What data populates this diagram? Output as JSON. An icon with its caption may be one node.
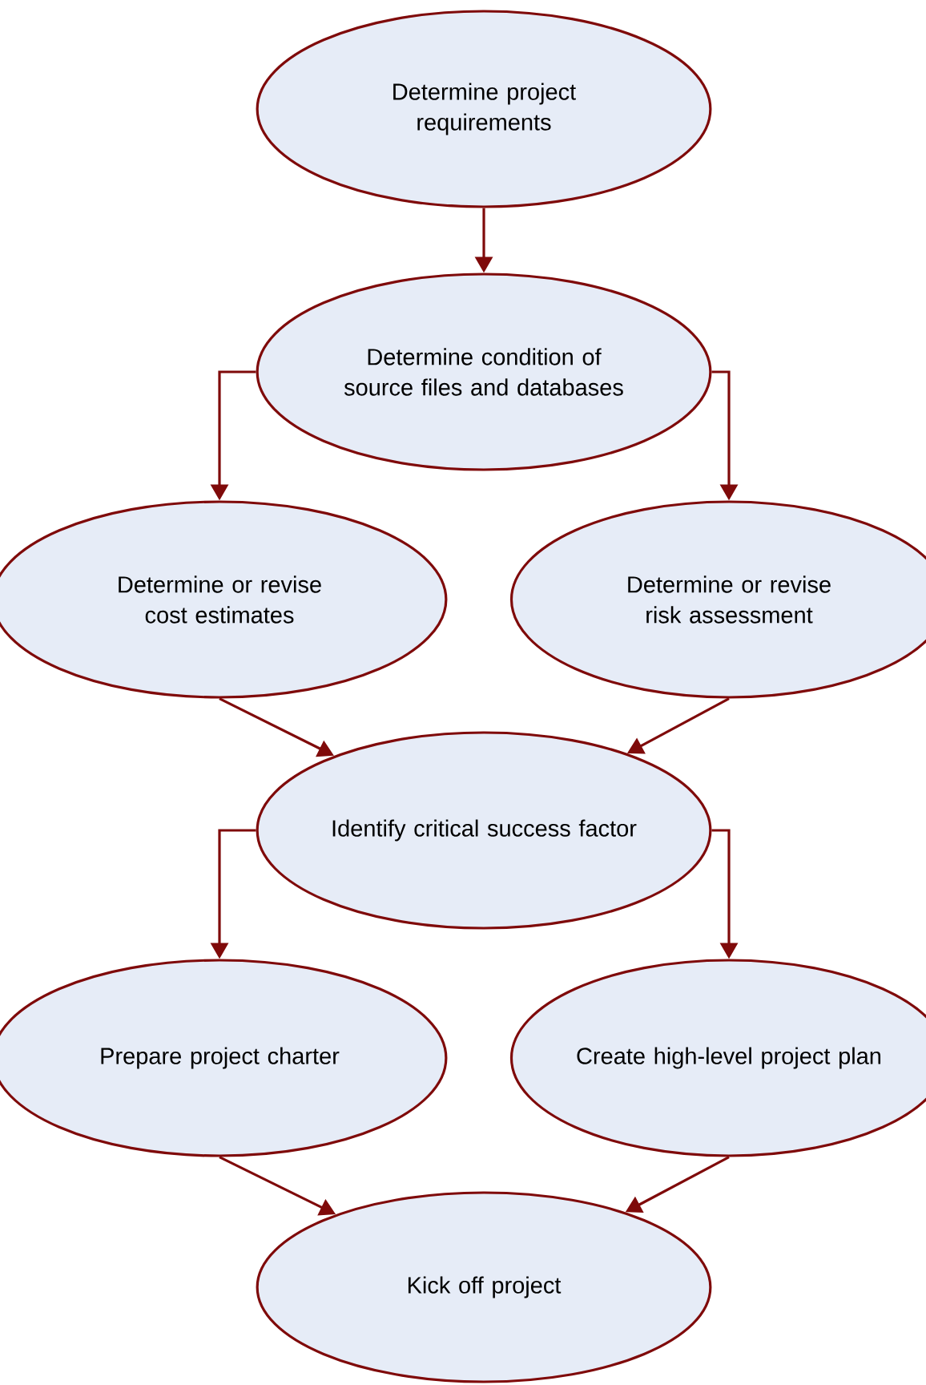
{
  "diagram": {
    "nodes": [
      {
        "text": [
          "Determine project requirements"
        ]
      },
      {
        "text": [
          "Determine condition of source files and databases"
        ]
      },
      {
        "text": [
          "Determine or revise cost estimates"
        ]
      },
      {
        "text": [
          "Determine or revise risk assessment"
        ]
      },
      {
        "text": [
          "Identify critical success factor"
        ]
      },
      {
        "text": [
          "Prepare project charter"
        ]
      },
      {
        "text": [
          "Create high-level project plan"
        ]
      },
      {
        "text": [
          "Kick off project"
        ]
      }
    ],
    "edges": [
      {
        "from": 0,
        "to": 1,
        "arrow": "to"
      },
      {
        "from": 1,
        "to": 2,
        "arrow": "to"
      },
      {
        "from": 1,
        "to": 3,
        "arrow": "to"
      },
      {
        "from": 2,
        "to": 4,
        "arrow": "to"
      },
      {
        "from": 3,
        "to": 4,
        "arrow": "to"
      },
      {
        "from": 4,
        "to": 5,
        "arrow": "to"
      },
      {
        "from": 4,
        "to": 6,
        "arrow": "to"
      },
      {
        "from": 5,
        "to": 7,
        "arrow": "to"
      },
      {
        "from": 6,
        "to": 7,
        "arrow": "to"
      }
    ]
  }
}
